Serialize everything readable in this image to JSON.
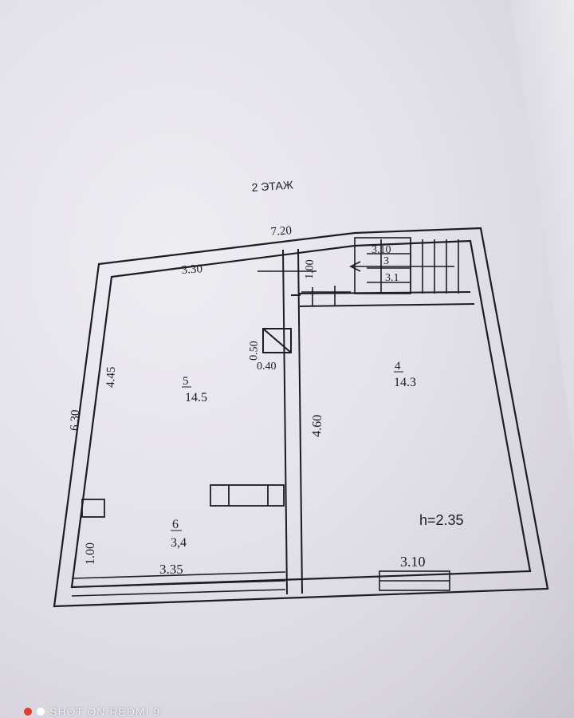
{
  "floor_title": "2 ЭТАЖ",
  "dimensions": {
    "top_overall": "7.20",
    "left_overall": "6.30",
    "room5_top": "3.30",
    "room5_left": "4.45",
    "stair_vertical": "1.00",
    "stair_top": "3.10",
    "stair_mid": "3",
    "stair_low": "3.1",
    "duct_height": "0.50",
    "duct_width": "0.40",
    "room4_left": "4.60",
    "room6_left": "1.00",
    "room6_bottom": "3.35",
    "room4_bottom": "3.10"
  },
  "rooms": [
    {
      "number": "5",
      "area": "14.5"
    },
    {
      "number": "4",
      "area": "14.3"
    },
    {
      "number": "6",
      "area": "3,4"
    }
  ],
  "ceiling_height": "h=2.35",
  "watermark": {
    "text": "SHOT ON REDMI 9",
    "dot_colors": [
      "#e33b2e",
      "#ffffff"
    ]
  },
  "colors": {
    "ink": "#1c1c22",
    "paper": "#e9e7ee"
  }
}
